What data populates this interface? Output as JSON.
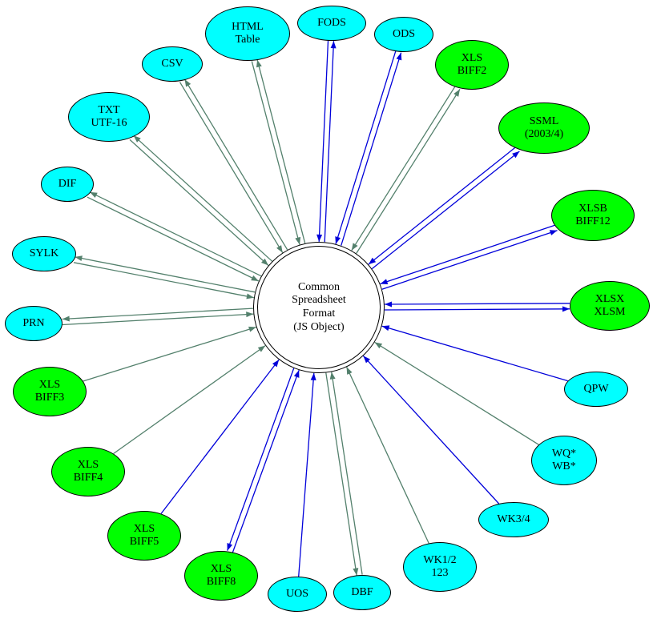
{
  "diagram": {
    "center": {
      "label": "Common\nSpreadsheet\nFormat\n(JS Object)"
    },
    "nodes": [
      {
        "id": "html",
        "label": "HTML\nTable",
        "fill": "cyan"
      },
      {
        "id": "fods",
        "label": "FODS",
        "fill": "cyan"
      },
      {
        "id": "ods",
        "label": "ODS",
        "fill": "cyan"
      },
      {
        "id": "biff2",
        "label": "XLS\nBIFF2",
        "fill": "green"
      },
      {
        "id": "ssml",
        "label": "SSML\n(2003/4)",
        "fill": "green"
      },
      {
        "id": "xlsb",
        "label": "XLSB\nBIFF12",
        "fill": "green"
      },
      {
        "id": "xlsx",
        "label": "XLSX\nXLSM",
        "fill": "green"
      },
      {
        "id": "qpw",
        "label": "QPW",
        "fill": "cyan"
      },
      {
        "id": "wq",
        "label": "WQ*\nWB*",
        "fill": "cyan"
      },
      {
        "id": "wk34",
        "label": "WK3/4",
        "fill": "cyan"
      },
      {
        "id": "wk12",
        "label": "WK1/2\n123",
        "fill": "cyan"
      },
      {
        "id": "dbf",
        "label": "DBF",
        "fill": "cyan"
      },
      {
        "id": "uos",
        "label": "UOS",
        "fill": "cyan"
      },
      {
        "id": "biff8",
        "label": "XLS\nBIFF8",
        "fill": "green"
      },
      {
        "id": "biff5",
        "label": "XLS\nBIFF5",
        "fill": "green"
      },
      {
        "id": "biff4",
        "label": "XLS\nBIFF4",
        "fill": "green"
      },
      {
        "id": "biff3",
        "label": "XLS\nBIFF3",
        "fill": "green"
      },
      {
        "id": "prn",
        "label": "PRN",
        "fill": "cyan"
      },
      {
        "id": "sylk",
        "label": "SYLK",
        "fill": "cyan"
      },
      {
        "id": "dif",
        "label": "DIF",
        "fill": "cyan"
      },
      {
        "id": "txt",
        "label": "TXT\nUTF-16",
        "fill": "cyan"
      },
      {
        "id": "csv",
        "label": "CSV",
        "fill": "cyan"
      }
    ],
    "edges": [
      {
        "from": "html",
        "to": "csf",
        "color": "teal"
      },
      {
        "from": "csf",
        "to": "html",
        "color": "teal"
      },
      {
        "from": "csv",
        "to": "csf",
        "color": "teal"
      },
      {
        "from": "csf",
        "to": "csv",
        "color": "teal"
      },
      {
        "from": "txt",
        "to": "csf",
        "color": "teal"
      },
      {
        "from": "csf",
        "to": "txt",
        "color": "teal"
      },
      {
        "from": "dif",
        "to": "csf",
        "color": "teal"
      },
      {
        "from": "csf",
        "to": "dif",
        "color": "teal"
      },
      {
        "from": "sylk",
        "to": "csf",
        "color": "teal"
      },
      {
        "from": "csf",
        "to": "sylk",
        "color": "teal"
      },
      {
        "from": "prn",
        "to": "csf",
        "color": "teal"
      },
      {
        "from": "csf",
        "to": "prn",
        "color": "teal"
      },
      {
        "from": "biff2",
        "to": "csf",
        "color": "teal"
      },
      {
        "from": "csf",
        "to": "biff2",
        "color": "teal"
      },
      {
        "from": "dbf",
        "to": "csf",
        "color": "teal"
      },
      {
        "from": "csf",
        "to": "dbf",
        "color": "teal"
      },
      {
        "from": "fods",
        "to": "csf",
        "color": "blue"
      },
      {
        "from": "csf",
        "to": "fods",
        "color": "blue"
      },
      {
        "from": "ods",
        "to": "csf",
        "color": "blue"
      },
      {
        "from": "csf",
        "to": "ods",
        "color": "blue"
      },
      {
        "from": "ssml",
        "to": "csf",
        "color": "blue"
      },
      {
        "from": "csf",
        "to": "ssml",
        "color": "blue"
      },
      {
        "from": "xlsb",
        "to": "csf",
        "color": "blue"
      },
      {
        "from": "csf",
        "to": "xlsb",
        "color": "blue"
      },
      {
        "from": "xlsx",
        "to": "csf",
        "color": "blue"
      },
      {
        "from": "csf",
        "to": "xlsx",
        "color": "blue"
      },
      {
        "from": "biff8",
        "to": "csf",
        "color": "blue"
      },
      {
        "from": "csf",
        "to": "biff8",
        "color": "blue"
      },
      {
        "from": "biff5",
        "to": "csf",
        "color": "blue"
      },
      {
        "from": "biff4",
        "to": "csf",
        "color": "teal"
      },
      {
        "from": "biff3",
        "to": "csf",
        "color": "teal"
      },
      {
        "from": "qpw",
        "to": "csf",
        "color": "blue"
      },
      {
        "from": "wq",
        "to": "csf",
        "color": "teal"
      },
      {
        "from": "wk34",
        "to": "csf",
        "color": "blue"
      },
      {
        "from": "wk12",
        "to": "csf",
        "color": "teal"
      },
      {
        "from": "uos",
        "to": "csf",
        "color": "blue"
      }
    ]
  },
  "colors": {
    "node_cyan": "#00FFFF",
    "node_green": "#00FF00",
    "edge_blue": "#0000DA",
    "edge_teal": "#53806C",
    "node_border": "#000000",
    "background": "#FFFFFF"
  }
}
